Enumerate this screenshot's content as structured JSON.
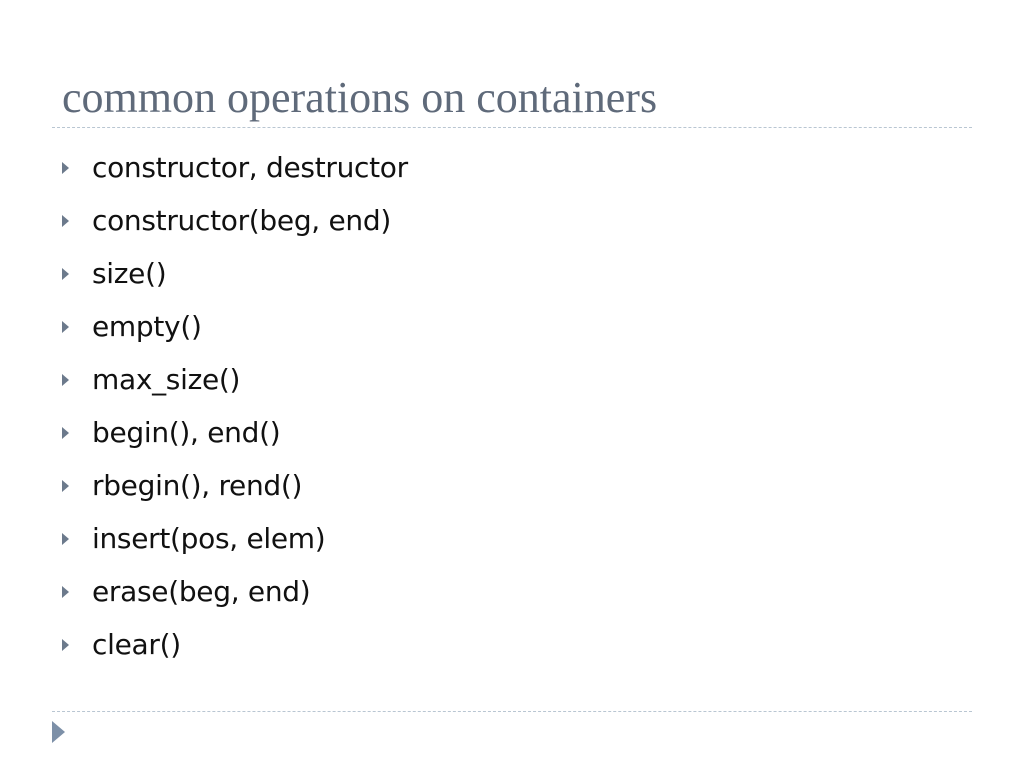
{
  "slide": {
    "title": "common operations on containers",
    "bullets": [
      "constructor, destructor",
      "constructor(beg, end)",
      "size()",
      "empty()",
      "max_size()",
      "begin(), end()",
      "rbegin(), rend()",
      "insert(pos, elem)",
      "erase(beg, end)",
      "clear()"
    ]
  },
  "colors": {
    "title": "#5f6a7a",
    "bullet_marker": "#6c7a8c",
    "rule": "#b9c6d2",
    "footer_arrow": "#7d90a8"
  },
  "icons": {
    "bullet": "triangle-right-icon",
    "footer": "triangle-right-icon"
  }
}
